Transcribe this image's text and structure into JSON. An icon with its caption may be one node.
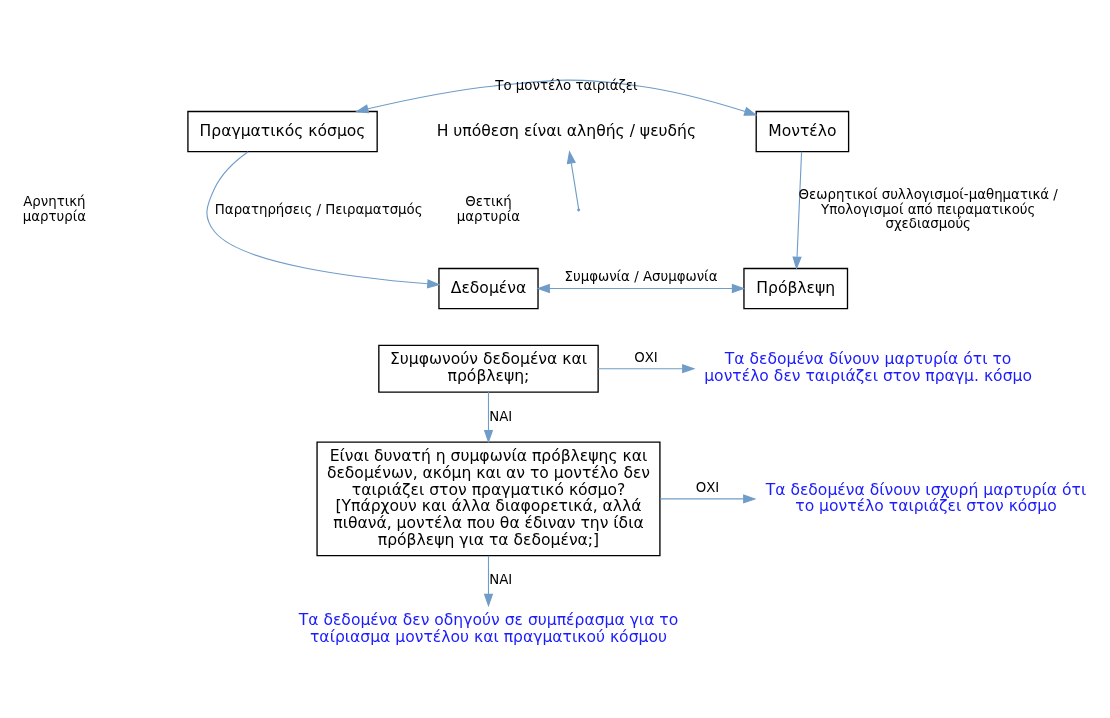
{
  "diagram": {
    "nodes": [
      {
        "text": [
          "Πραγματικός κόσμος"
        ]
      },
      {
        "text": [
          "Μοντέλο"
        ]
      },
      {
        "text": [
          "Δεδομένα"
        ]
      },
      {
        "text": [
          "Πρόβλεψη"
        ]
      },
      {
        "text": [
          "Η υπόθεση είναι αληθής / ψευδής"
        ]
      },
      {
        "text": [
          "Συμφωνούν δεδομένα και πρόβλεψη;"
        ]
      },
      {
        "text": [
          "Τα δεδομένα δίνουν μαρτυρία ότι το μοντέλο δεν ταιριάζει στον πραγμ. κόσμο"
        ]
      },
      {
        "text": [
          "Είναι δυνατή η συμφωνία πρόβλεψης και δεδομένων, ακόμη και αν το μοντέλο δεν ταιριάζει στον πραγματικό κόσμο?",
          "[Υπάρχουν και άλλα διαφορετικά, αλλά πιθανά, μοντέλα που θα έδιναν την ίδια πρόβλεψη για τα δεδομένα;]"
        ]
      },
      {
        "text": [
          "Τα δεδομένα δίνουν ισχυρή μαρτυρία ότι το μοντέλο ταιριάζει στον κόσμο"
        ]
      },
      {
        "text": [
          "Τα δεδομένα δεν οδηγούν σε συμπέρασμα για το ταίριασμα μοντέλου και πραγματικού κόσμου"
        ]
      }
    ],
    "edges": [
      {
        "from": 0,
        "to": 1,
        "arrow": "both",
        "label": "Το μοντέλο ταιριάζει"
      },
      {
        "from": 0,
        "to": 2,
        "arrow": "to",
        "label": "Παρατηρήσεις / Πειραματσμός"
      },
      {
        "from": 1,
        "to": 3,
        "arrow": "to",
        "label": "Θεωρητικοί συλλογισμοί-μαθηματικά / Υπολογισμοί από πειραματικούς σχεδιασμούς"
      },
      {
        "from": 2,
        "to": 3,
        "arrow": "both",
        "label": "Συμφωνία / Ασυμφωνία"
      },
      {
        "from": null,
        "to": 4,
        "arrow": "to"
      },
      {
        "from": 5,
        "to": 6,
        "arrow": "to",
        "label": "ΟΧΙ"
      },
      {
        "from": 5,
        "to": 7,
        "arrow": "to",
        "label": "ΝΑΙ"
      },
      {
        "from": 7,
        "to": 8,
        "arrow": "to",
        "label": "ΟΧΙ"
      },
      {
        "from": 7,
        "to": 9,
        "arrow": "to",
        "label": "ΝΑΙ"
      }
    ],
    "labels": [
      "Θετική μαρτυρία",
      "Αρνητική μαρτυρία"
    ]
  }
}
